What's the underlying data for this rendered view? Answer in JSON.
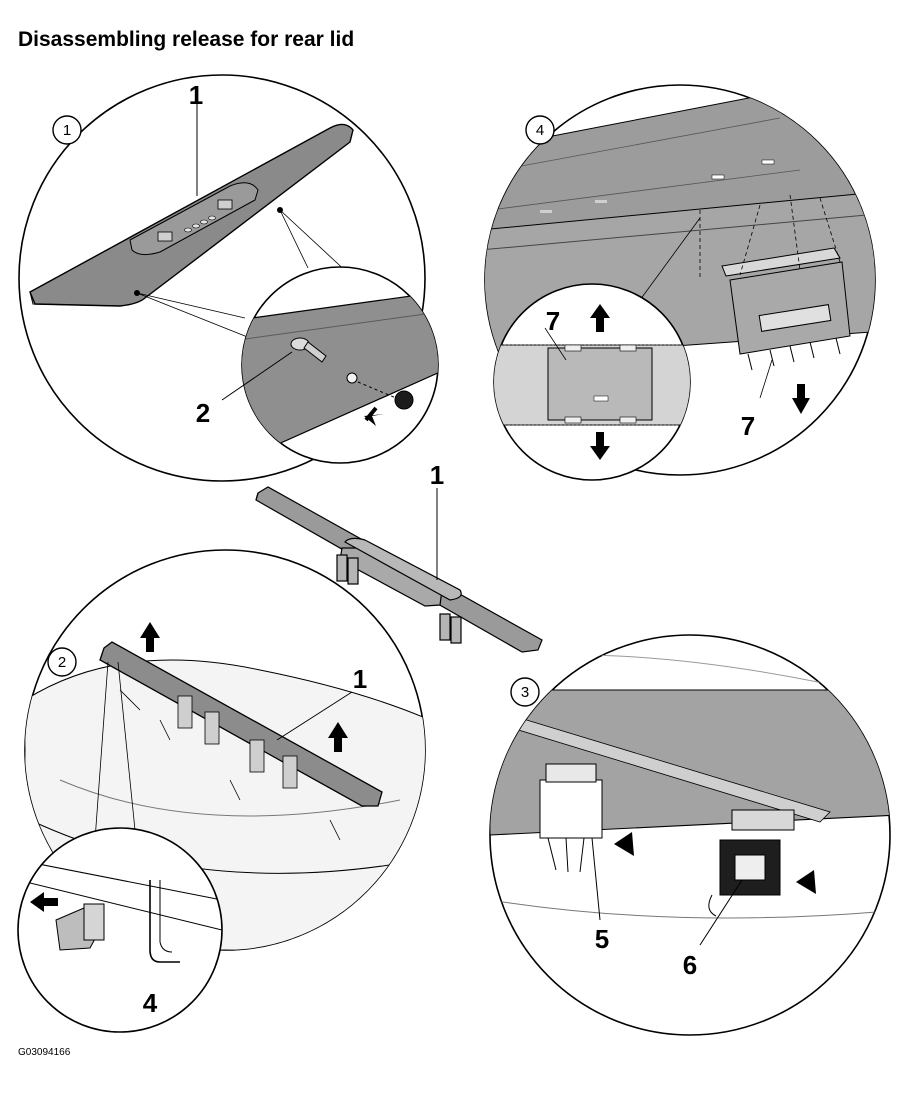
{
  "title": "Disassembling release for rear lid",
  "figure_id": "G03094166",
  "steps": [
    "1",
    "2",
    "3",
    "4"
  ],
  "callouts": {
    "one": "1",
    "two": "2",
    "four": "4",
    "five": "5",
    "six": "6",
    "seven": "7"
  }
}
